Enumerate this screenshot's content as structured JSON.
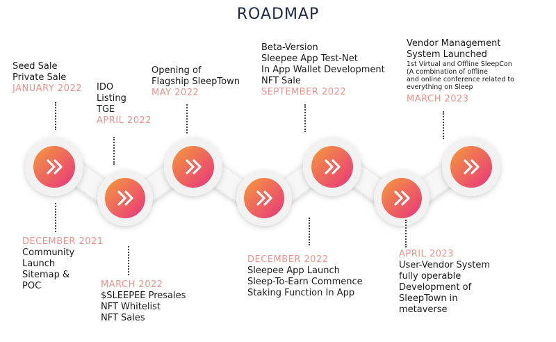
{
  "title": "ROADMAP",
  "colors": {
    "accent_date": "#f0908a",
    "gradient_start": "#f59a3c",
    "gradient_end": "#e8357c",
    "title": "#1c2a44"
  },
  "milestones": [
    {
      "position": "above",
      "lines": [
        "Seed Sale",
        "Private Sale"
      ],
      "date": "JANUARY 2022"
    },
    {
      "position": "below",
      "date": "DECEMBER 2021",
      "lines": [
        "Community",
        "Launch",
        "Sitemap &",
        "POC"
      ]
    },
    {
      "position": "above",
      "lines": [
        "IDO",
        "Listing",
        "TGE"
      ],
      "date": "APRIL 2022"
    },
    {
      "position": "below",
      "date": "MARCH 2022",
      "lines": [
        "$SLEEPEE Presales",
        "NFT Whitelist",
        "NFT Sales"
      ]
    },
    {
      "position": "above",
      "lines": [
        "Opening of",
        "Flagship SleepTown"
      ],
      "date": "MAY 2022"
    },
    {
      "position": "above",
      "lines": [
        "Beta-Version",
        "Sleepee App Test-Net",
        "In App Wallet Development",
        "NFT Sale"
      ],
      "date": "SEPTEMBER 2022"
    },
    {
      "position": "below",
      "date": "DECEMBER 2022",
      "lines": [
        "Sleepee App Launch",
        "Sleep-To-Earn Commence",
        "Staking Function In App"
      ]
    },
    {
      "position": "above",
      "lines": [
        "Vendor Management",
        "System Launched"
      ],
      "small_lines": [
        "1st Virtual and Offline SleepCon",
        "(A combination of offline",
        "and online conference related to",
        "everything on Sleep"
      ],
      "date": "MARCH 2023"
    },
    {
      "position": "below",
      "date": "APRIL 2023",
      "lines": [
        "User-Vendor System",
        "fully operable",
        "Development of",
        "SleepTown in",
        "metaverse"
      ]
    }
  ],
  "icon": "double-chevron-right-icon"
}
